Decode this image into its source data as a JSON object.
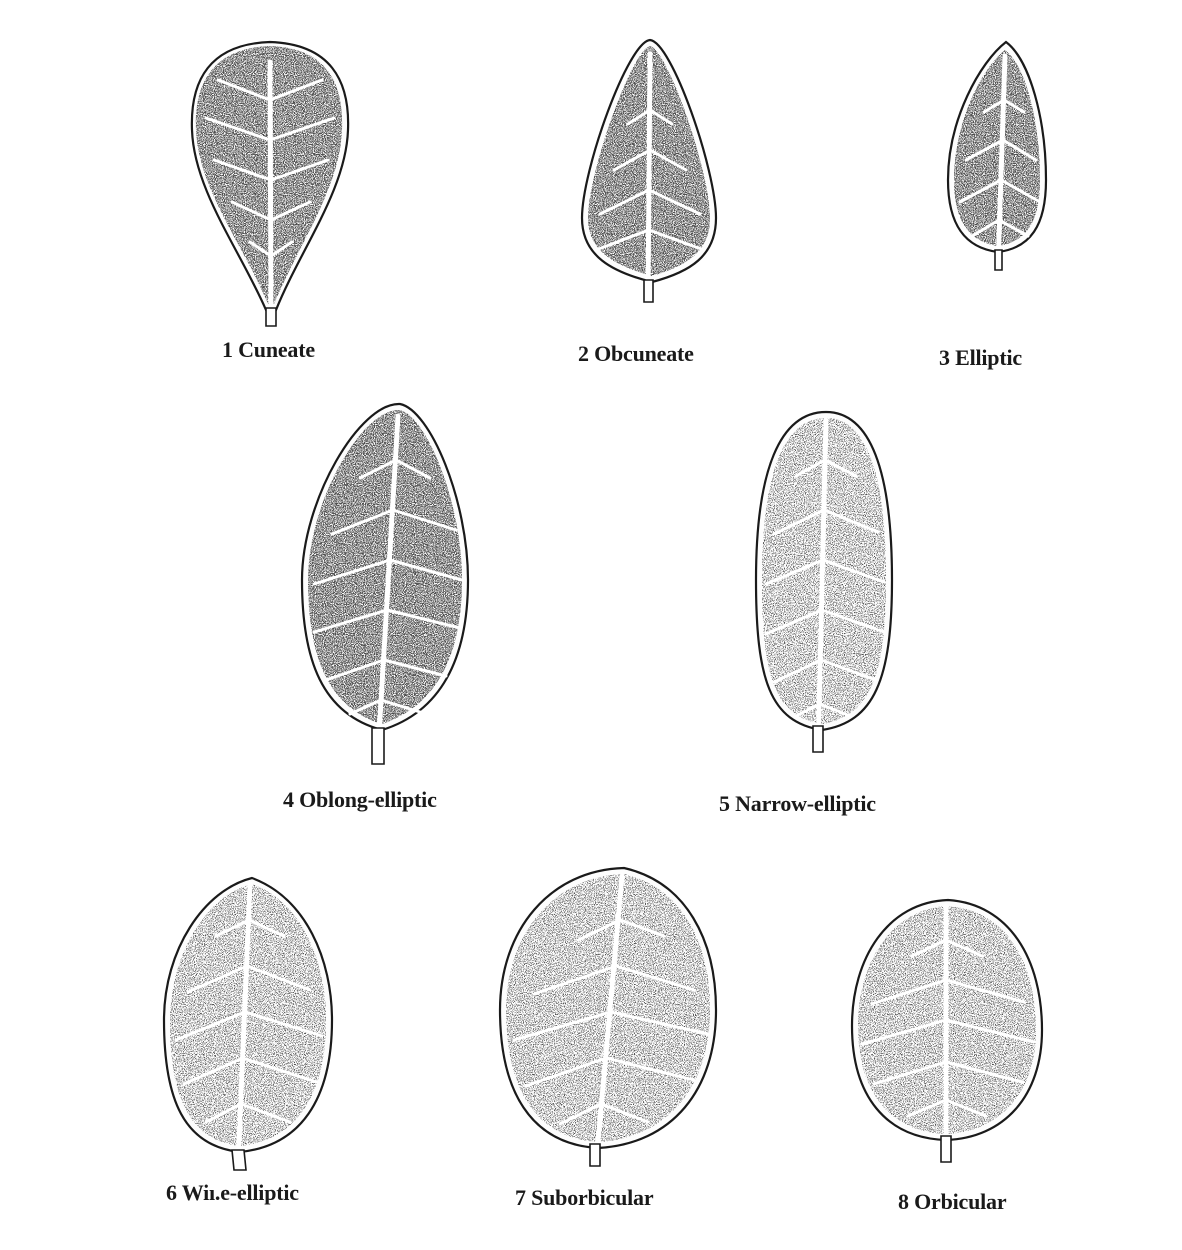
{
  "leaves": [
    {
      "label": "1 Cuneate"
    },
    {
      "label": "2 Obcuneate"
    },
    {
      "label": "3 Elliptic"
    },
    {
      "label": "4 Oblong-elliptic"
    },
    {
      "label": "5 Narrow-elliptic"
    },
    {
      "label": "6 Wiı.e-elliptic"
    },
    {
      "label": "7 Suborbicular"
    },
    {
      "label": "8 Orbicular"
    }
  ],
  "colors": {
    "ink": "#1a1a1a",
    "paper": "#ffffff"
  }
}
